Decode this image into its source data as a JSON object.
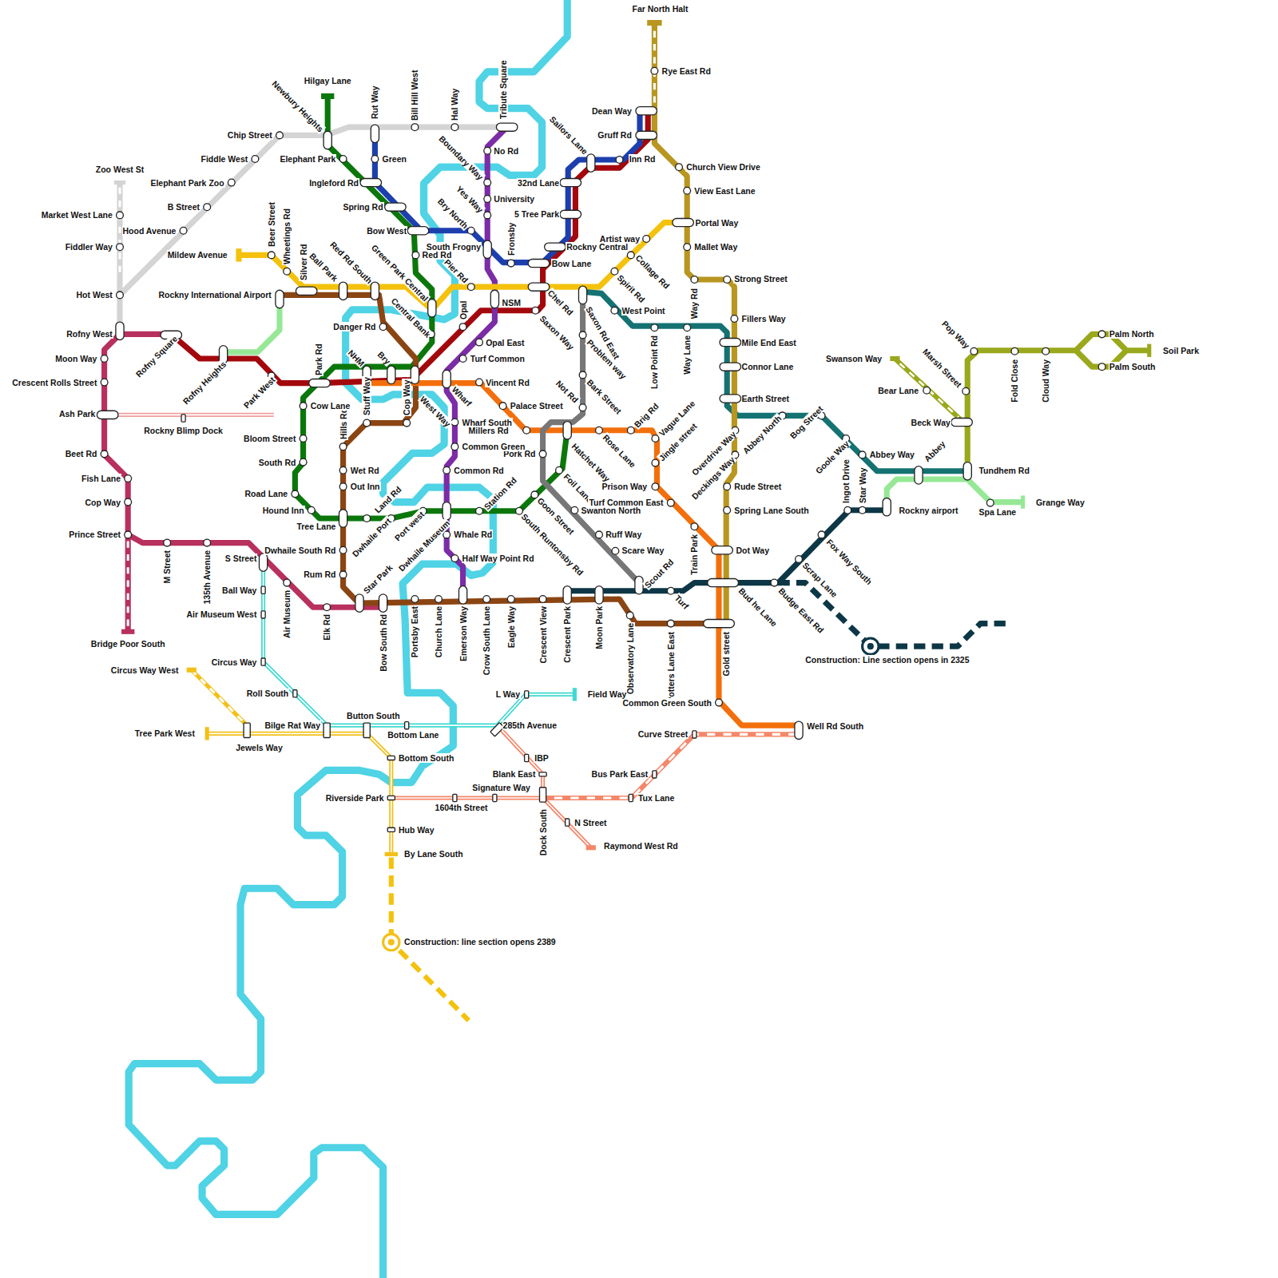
{
  "diagram": {
    "labels": [
      "Far North Halt",
      "Rye East Rd",
      "Dean Way",
      "Gruff Rd",
      "Sailors Lane",
      "Inn Rd",
      "Church View Drive",
      "View East Lane",
      "Portal Way",
      "Mallet Way",
      "Way Rd",
      "Strong Street",
      "Fillers Way",
      "Mile End East",
      "Connor Lane",
      "Earth Street",
      "32nd Lane",
      "5 Tree Park",
      "Rockny Central",
      "Bow Lane",
      "Artist way",
      "Collage Rd",
      "Spirit Rd",
      "West Point",
      "Low Point Rd",
      "Way Lane",
      "Saxon Rd East",
      "Problem way",
      "Bark Street",
      "Not Rd",
      "Brig Rd",
      "Vague Lane",
      "Jingle street",
      "Overdrive Way",
      "Deckings Way",
      "Abbey North",
      "Bog Street",
      "Goole Way",
      "Abbey Way",
      "Abbey",
      "Tundhem Rd",
      "Ingot Drive",
      "Star Way",
      "Rockny airport",
      "Fox Way South",
      "Scrap Lane",
      "Budge East Rd",
      "Bud he Lane",
      "Swanson Way",
      "Bear Lane",
      "Marsh Street",
      "Beck Way",
      "Pop Way",
      "Fold Close",
      "Cloud Way",
      "Palm North",
      "Palm South",
      "Soil Park",
      "Spa Lane",
      "Grange Way",
      "Rude Street",
      "Spring Lane South",
      "Dot Way",
      "Train Park",
      "Turf",
      "Gold street",
      "Potters Lane East",
      "Common Green South",
      "Well Rd South",
      "Curve Street",
      "Bus Park East",
      "Tux Lane",
      "N Street",
      "Raymond West Rd",
      "Construction: Line section opens in 2325",
      "Construction: line section opens 2389",
      "Observatory Lane",
      "Moon Park",
      "Crescent Park",
      "Crescent View",
      "Eagle Way",
      "Crow South Lane",
      "Emerson Way",
      "Church Lane",
      "Portsby East",
      "Bow South Rd",
      "Elk Rd",
      "Air Museum",
      "135th Avenue",
      "M Street",
      "Star Park",
      "Dwhaile Port",
      "Land Rd",
      "Port west",
      "Dwhaile Museum",
      "Station Rd",
      "Goon Street",
      "South Runtonsby Rd",
      "Swanton North",
      "Ruff Way",
      "Scare Way",
      "Scout Rd",
      "Foil Lane",
      "Hatchet Way",
      "Pork Rd",
      "Millers Rd",
      "Rose Lane",
      "Turf Common East",
      "Prison Way",
      "Palace Street",
      "Vincent Rd",
      "Turf Common",
      "Opal East",
      "Opal",
      "Saxon Way",
      "Chel Rd",
      "NSM",
      "Fronsby",
      "Pier Rd",
      "South Frogny",
      "Bry North",
      "Yes Way",
      "University",
      "Boundary Way",
      "No Rd",
      "Tribute Square",
      "Hal Way",
      "Bill Hill West",
      "Rut Way",
      "Green",
      "Hilgay Lane",
      "Newbury Heights",
      "Elephant Park",
      "Ingleford Rd",
      "Spring Rd",
      "Bow West",
      "Red Rd",
      "Green Park Central",
      "Red Rd South",
      "Central Bank",
      "Danger Rd",
      "NHM",
      "Bry",
      "West Way",
      "Wharf",
      "Wharf South",
      "Common Green",
      "Common Rd",
      "Whale Rd",
      "Half Way Point Rd",
      "Cop Way",
      "Stuff Way",
      "Hills Rd",
      "Wet Rd",
      "Out Inn",
      "Tree Lane",
      "Dwhaile South Rd",
      "Rum Rd",
      "Hound Inn",
      "Road Lane",
      "South Rd",
      "Bloom Street",
      "Cow Lane",
      "Park Rd",
      "Park West",
      "Rofny Heights",
      "Rofny Square",
      "Rockny International Airport",
      "Rockny Blimp Dock",
      "Beer Street",
      "Wheetings Rd",
      "Silver Rd",
      "Ball Park",
      "Mildew Avenue",
      "Chip Street",
      "Fiddle West",
      "Elephant Park Zoo",
      "B Street",
      "Hood Avenue",
      "Zoo West St",
      "Market West Lane",
      "Fiddler Way",
      "Hot West",
      "Rofny West",
      "Moon Way",
      "Crescent Rolls Street",
      "Ash Park",
      "Beet Rd",
      "Fish Lane",
      "Cop Way",
      "Prince Street",
      "Bridge Poor South",
      "S Street",
      "Ball Way",
      "Air Museum West",
      "Circus Way",
      "Roll South",
      "Circus Way West",
      "Tree Park West",
      "Jewels Way",
      "Bilge Rat Way",
      "Button South",
      "Bottom Lane",
      "Bottom South",
      "285th Avenue",
      "L Way",
      "Field Way",
      "IBP",
      "Blank East",
      "Signature Way",
      "Riverside Park",
      "1604th Street",
      "Dock South",
      "Hub Way",
      "By Lane South"
    ]
  }
}
